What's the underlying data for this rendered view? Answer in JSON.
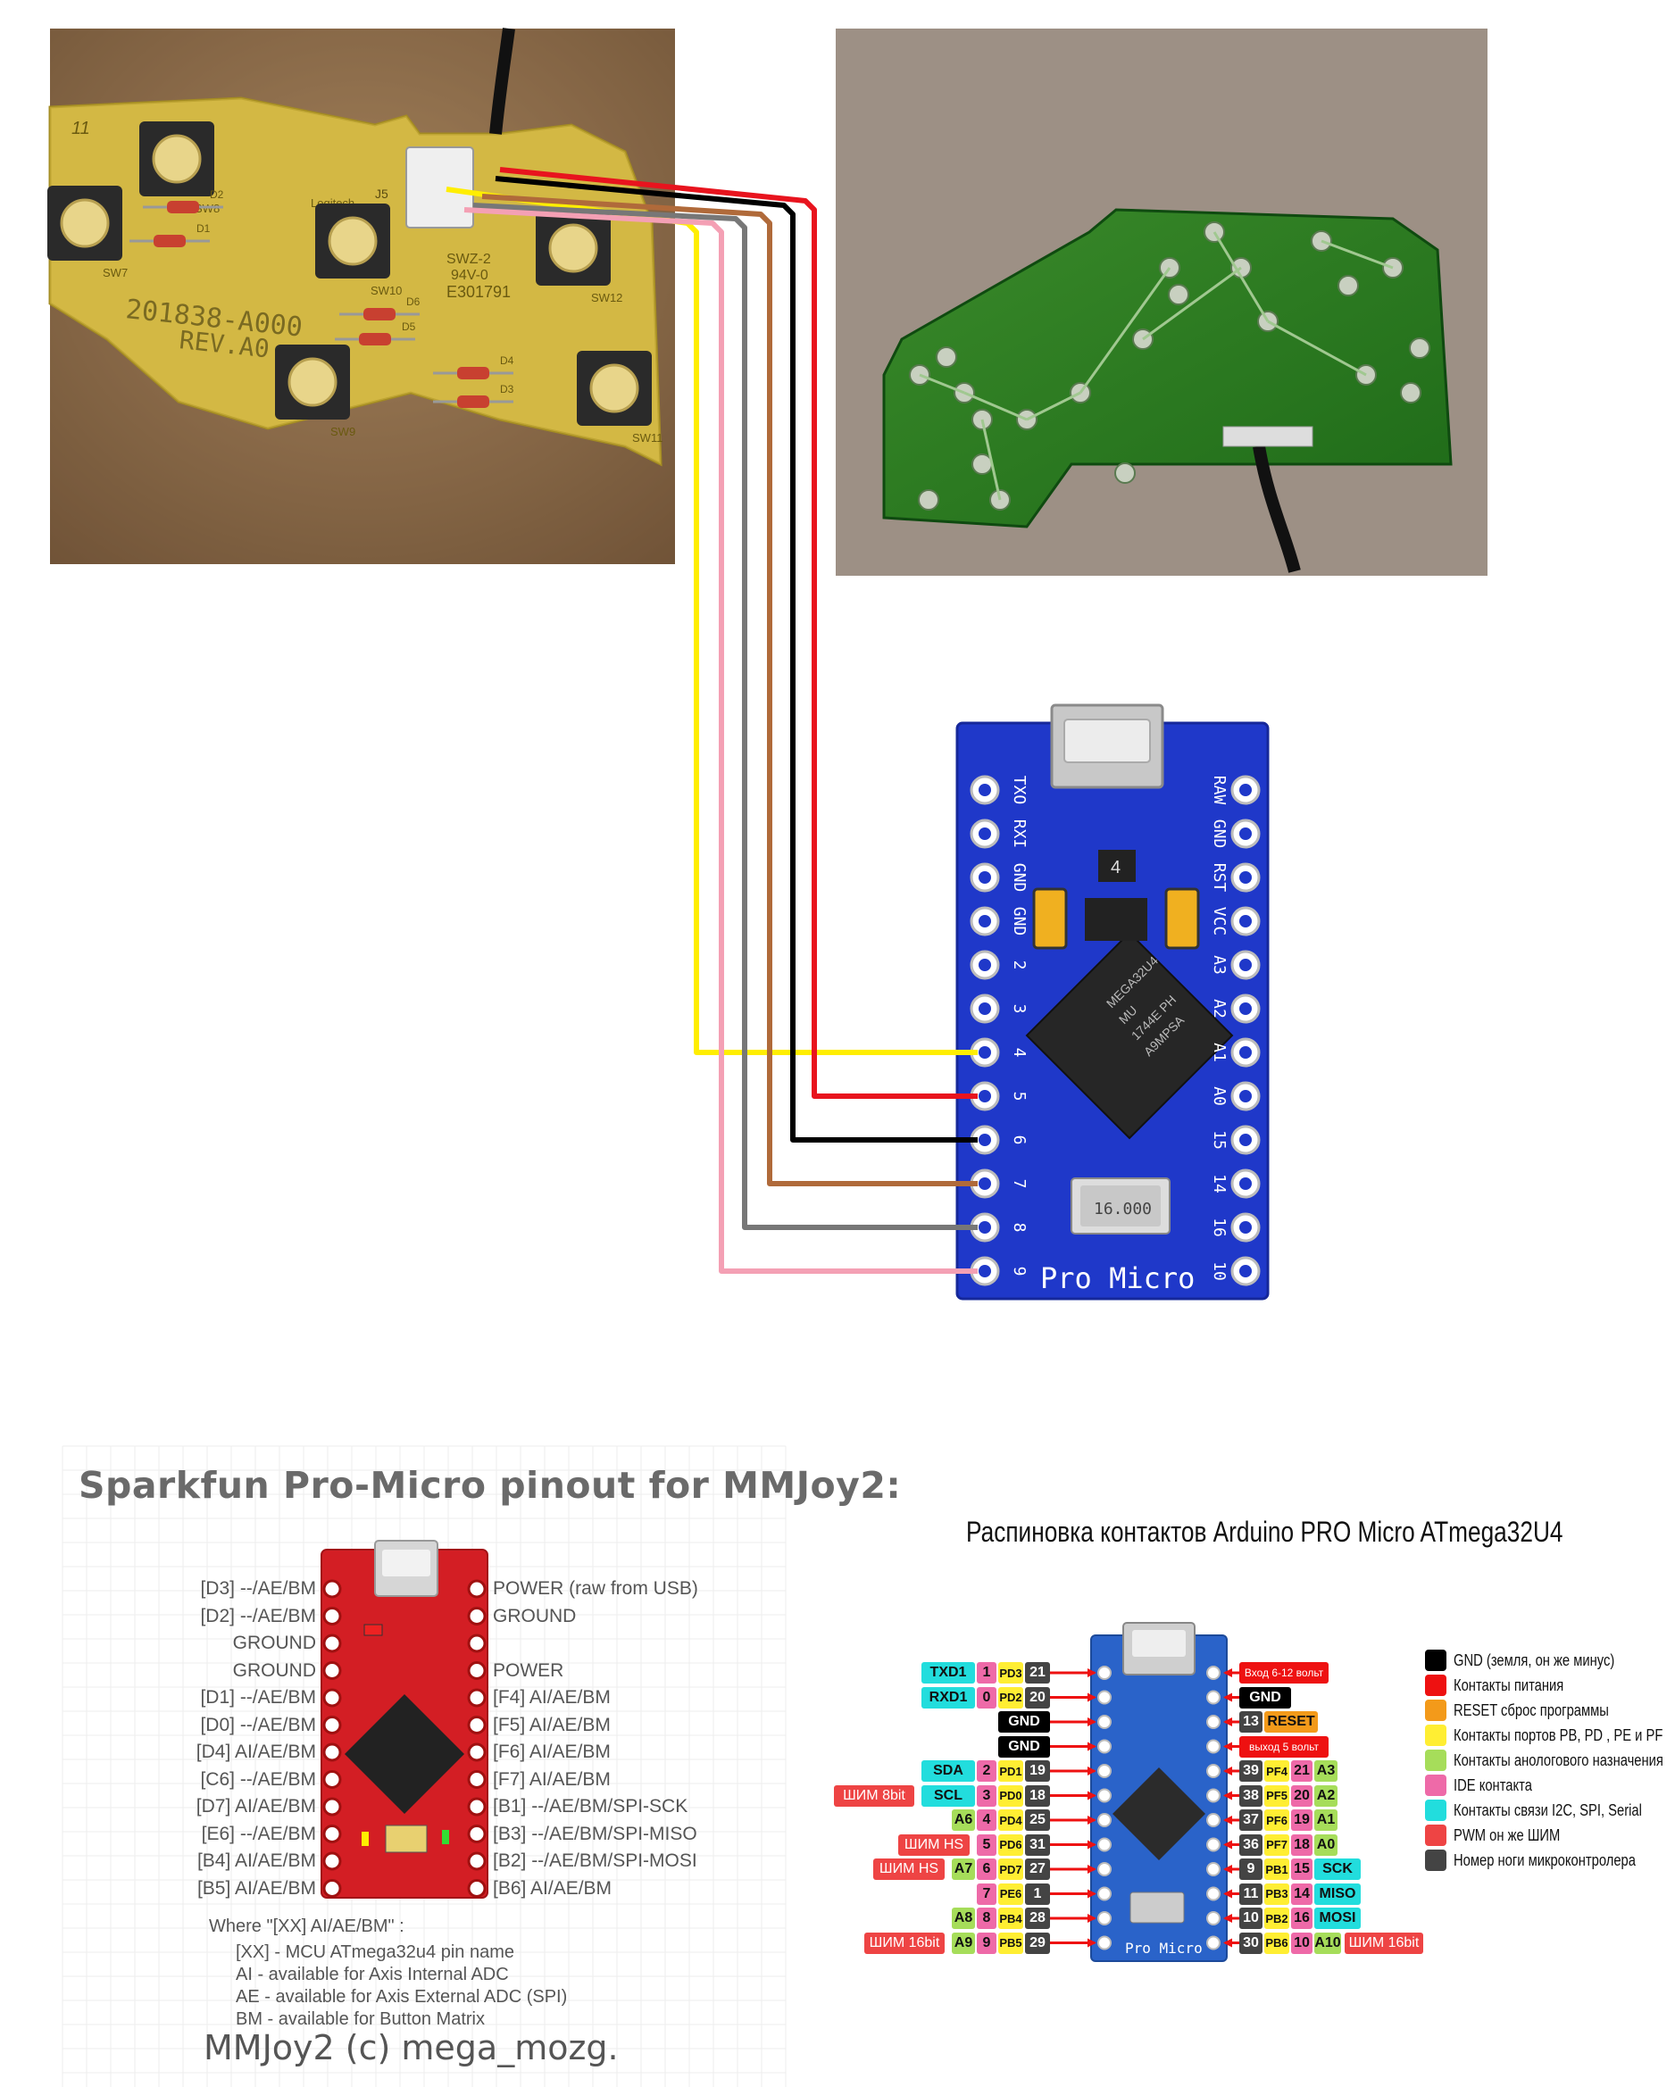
{
  "corner_mark": "",
  "pcb_front": {
    "board_id": "201838-A000",
    "rev": "REV.A0",
    "brand": "Logitech",
    "cert_a": "SWZ-2",
    "cert_b": "94V-0",
    "cert_c": "E301791",
    "connector": "J5",
    "corner_label": "11",
    "switches": [
      "SW8",
      "SW7",
      "SW10",
      "SW12",
      "SW9",
      "SW11"
    ],
    "diodes": [
      "D2",
      "D1",
      "D6",
      "D5",
      "D4",
      "D3"
    ]
  },
  "pro_micro_main": {
    "left_pins": [
      "TXO",
      "RXI",
      "GND",
      "GND",
      "2",
      "3",
      "4",
      "5",
      "6",
      "7",
      "8",
      "9"
    ],
    "right_pins": [
      "RAW",
      "GND",
      "RST",
      "VCC",
      "A3",
      "A2",
      "A1",
      "A0",
      "15",
      "14",
      "16",
      "10"
    ],
    "chip_lines": [
      "MEGA32U4",
      "MU",
      "1744E PH",
      "A9MPSA"
    ],
    "crystal": "16.000",
    "board_name": "Pro Micro",
    "ic_label": "4"
  },
  "wires": [
    {
      "color": "#ffee00",
      "to_pin": "4"
    },
    {
      "color": "#e8141e",
      "to_pin": "5"
    },
    {
      "color": "#000000",
      "to_pin": "6"
    },
    {
      "color": "#b06a3a",
      "to_pin": "7"
    },
    {
      "color": "#777777",
      "to_pin": "8"
    },
    {
      "color": "#f4a0b4",
      "to_pin": "9"
    }
  ],
  "sparkfun": {
    "title": "Sparkfun Pro-Micro pinout for MMJoy2:",
    "left_labels": [
      "[D3] --/AE/BM",
      "[D2] --/AE/BM",
      "GROUND",
      "GROUND",
      "[D1] --/AE/BM",
      "[D0] --/AE/BM",
      "[D4] AI/AE/BM",
      "[C6] --/AE/BM",
      "[D7] AI/AE/BM",
      "[E6] --/AE/BM",
      "[B4] AI/AE/BM",
      "[B5] AI/AE/BM"
    ],
    "right_labels": [
      "POWER (raw from USB)",
      "GROUND",
      "",
      "POWER",
      "[F4] AI/AE/BM",
      "[F5] AI/AE/BM",
      "[F6] AI/AE/BM",
      "[F7] AI/AE/BM",
      "[B1] --/AE/BM/SPI-SCK",
      "[B3] --/AE/BM/SPI-MISO",
      "[B2] --/AE/BM/SPI-MOSI",
      "[B6] AI/AE/BM"
    ],
    "notes_head": "Where \"[XX] AI/AE/BM\" :",
    "notes": [
      "[XX] - MCU ATmega32u4 pin name",
      "AI - available for Axis Internal ADC",
      "AE - available for Axis External ADC (SPI)",
      "BM - available for Button Matrix"
    ],
    "footer": "MMJoy2 (c) mega_mozg."
  },
  "arduino_ru": {
    "title": "Распиновка контактов Arduino PRO Micro ATmega32U4",
    "legend": [
      {
        "color": "#000000",
        "text": "GND (земля, он же минус)"
      },
      {
        "color": "#ee1111",
        "text": "Контакты питания"
      },
      {
        "color": "#f39a1a",
        "text": "RESET сброс программы"
      },
      {
        "color": "#ffee33",
        "text": "Контакты портов PB, PD , PE и PF"
      },
      {
        "color": "#a6dd5a",
        "text": "Контакты анологового назначения"
      },
      {
        "color": "#ee6aa8",
        "text": "IDE контакта"
      },
      {
        "color": "#22dddd",
        "text": "Контакты связи I2C, SPI, Serial"
      },
      {
        "color": "#ee4444",
        "text": "PWM он же ШИМ"
      },
      {
        "color": "#444444",
        "text": "Номер ноги микроконтролера"
      }
    ],
    "left_rows": [
      {
        "ext": "",
        "extc": "",
        "func": "TXD1",
        "ide": "1",
        "port": "PD3",
        "num": "21"
      },
      {
        "ext": "",
        "extc": "",
        "func": "RXD1",
        "ide": "0",
        "port": "PD2",
        "num": "20"
      },
      {
        "ext": "",
        "extc": "",
        "func": "",
        "ide": "",
        "port": "GND",
        "num": ""
      },
      {
        "ext": "",
        "extc": "",
        "func": "",
        "ide": "",
        "port": "GND",
        "num": ""
      },
      {
        "ext": "",
        "extc": "",
        "func": "SDA",
        "ide": "2",
        "port": "PD1",
        "num": "19"
      },
      {
        "ext": "ШИМ 8bit",
        "extc": "pwm",
        "func": "SCL",
        "ide": "3",
        "port": "PD0",
        "num": "18"
      },
      {
        "ext": "",
        "extc": "",
        "func": "A6",
        "ide": "4",
        "port": "PD4",
        "num": "25"
      },
      {
        "ext": "ШИМ HS",
        "extc": "pwm",
        "func": "",
        "ide": "5",
        "port": "PD6",
        "num": "31"
      },
      {
        "ext": "ШИМ HS",
        "extc": "pwm",
        "func": "A7",
        "ide": "6",
        "port": "PD7",
        "num": "27"
      },
      {
        "ext": "",
        "extc": "",
        "func": "",
        "ide": "7",
        "port": "PE6",
        "num": "1"
      },
      {
        "ext": "",
        "extc": "",
        "func": "A8",
        "ide": "8",
        "port": "PB4",
        "num": "28"
      },
      {
        "ext": "ШИМ 16bit",
        "extc": "pwm",
        "func": "A9",
        "ide": "9",
        "port": "PB5",
        "num": "29"
      }
    ],
    "right_rows": [
      {
        "text": "Вход 6-12 вольт",
        "kind": "power"
      },
      {
        "text": "GND",
        "kind": "gnd"
      },
      {
        "num": "13",
        "text": "RESET",
        "kind": "reset"
      },
      {
        "text": "выход 5 вольт",
        "kind": "power"
      },
      {
        "num": "39",
        "port": "PF4",
        "ide": "21",
        "an": "A3"
      },
      {
        "num": "38",
        "port": "PF5",
        "ide": "20",
        "an": "A2"
      },
      {
        "num": "37",
        "port": "PF6",
        "ide": "19",
        "an": "A1"
      },
      {
        "num": "36",
        "port": "PF7",
        "ide": "18",
        "an": "A0"
      },
      {
        "num": "9",
        "port": "PB1",
        "ide": "15",
        "an": "SCK",
        "anc": "cyan"
      },
      {
        "num": "11",
        "port": "PB3",
        "ide": "14",
        "an": "MISO",
        "anc": "cyan"
      },
      {
        "num": "10",
        "port": "PB2",
        "ide": "16",
        "an": "MOSI",
        "anc": "cyan"
      },
      {
        "num": "30",
        "port": "PB6",
        "ide": "10",
        "an": "A10",
        "ext": "ШИМ 16bit"
      }
    ]
  }
}
